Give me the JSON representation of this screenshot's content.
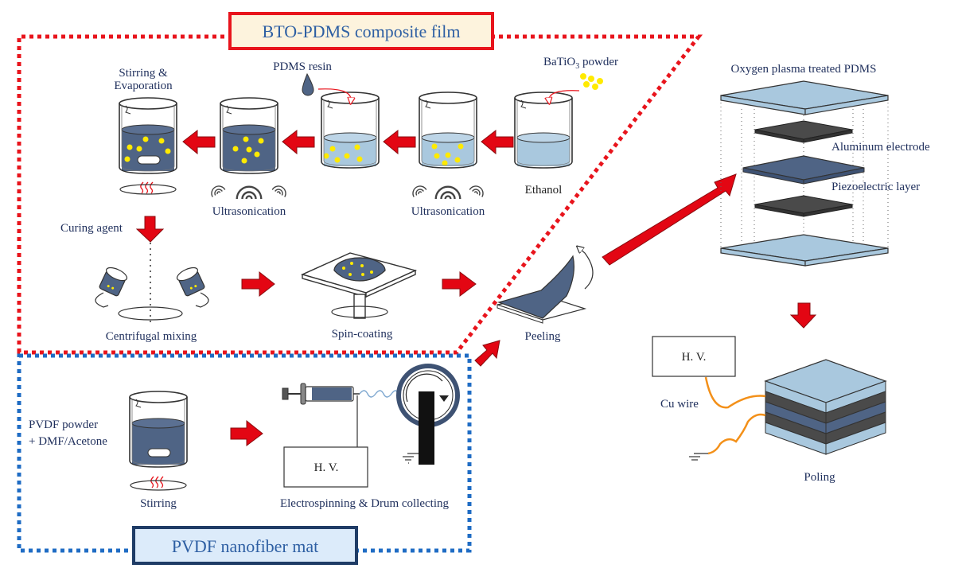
{
  "colors": {
    "arrow_red": "#e30613",
    "border_red": "#e8141c",
    "border_blue": "#1f6cc4",
    "liquid_dark": "#4f6485",
    "liquid_light": "#a9c8de",
    "particle_yellow": "#ffea00",
    "electrode_dark": "#4a4a4a",
    "wire_orange": "#f39019",
    "label_navy": "#1f2f5c",
    "title_red_box_fill": "#fdf3dd",
    "title_blue_box_fill": "#dcebfa"
  },
  "sections": {
    "bto": {
      "title": "BTO-PDMS composite film"
    },
    "pvdf": {
      "title": "PVDF nanofiber mat"
    }
  },
  "labels": {
    "stirring_evaporation_1": "Stirring  &",
    "stirring_evaporation_2": "Evaporation",
    "pdms_resin": "PDMS resin",
    "batio3_prefix": "BaTiO",
    "batio3_sub": "3",
    "batio3_suffix": " powder",
    "ethanol": "Ethanol",
    "ultrasonication_1": "Ultrasonication",
    "ultrasonication_2": "Ultrasonication",
    "curing_agent": "Curing agent",
    "centrifugal_mixing": "Centrifugal  mixing",
    "spin_coating": "Spin-coating",
    "peeling": "Peeling",
    "pvdf_powder_1": "PVDF powder",
    "pvdf_powder_2": "+ DMF/Acetone",
    "stirring": "Stirring",
    "hv_spin": "H. V.",
    "electrospinning": "Electrospinning  & Drum collecting",
    "oxygen_plasma": "Oxygen plasma treated PDMS",
    "aluminum_electrode": "Aluminum  electrode",
    "piezo_layer": "Piezoelectric layer",
    "hv_poling": "H. V.",
    "cu_wire": "Cu wire",
    "poling": "Poling"
  }
}
